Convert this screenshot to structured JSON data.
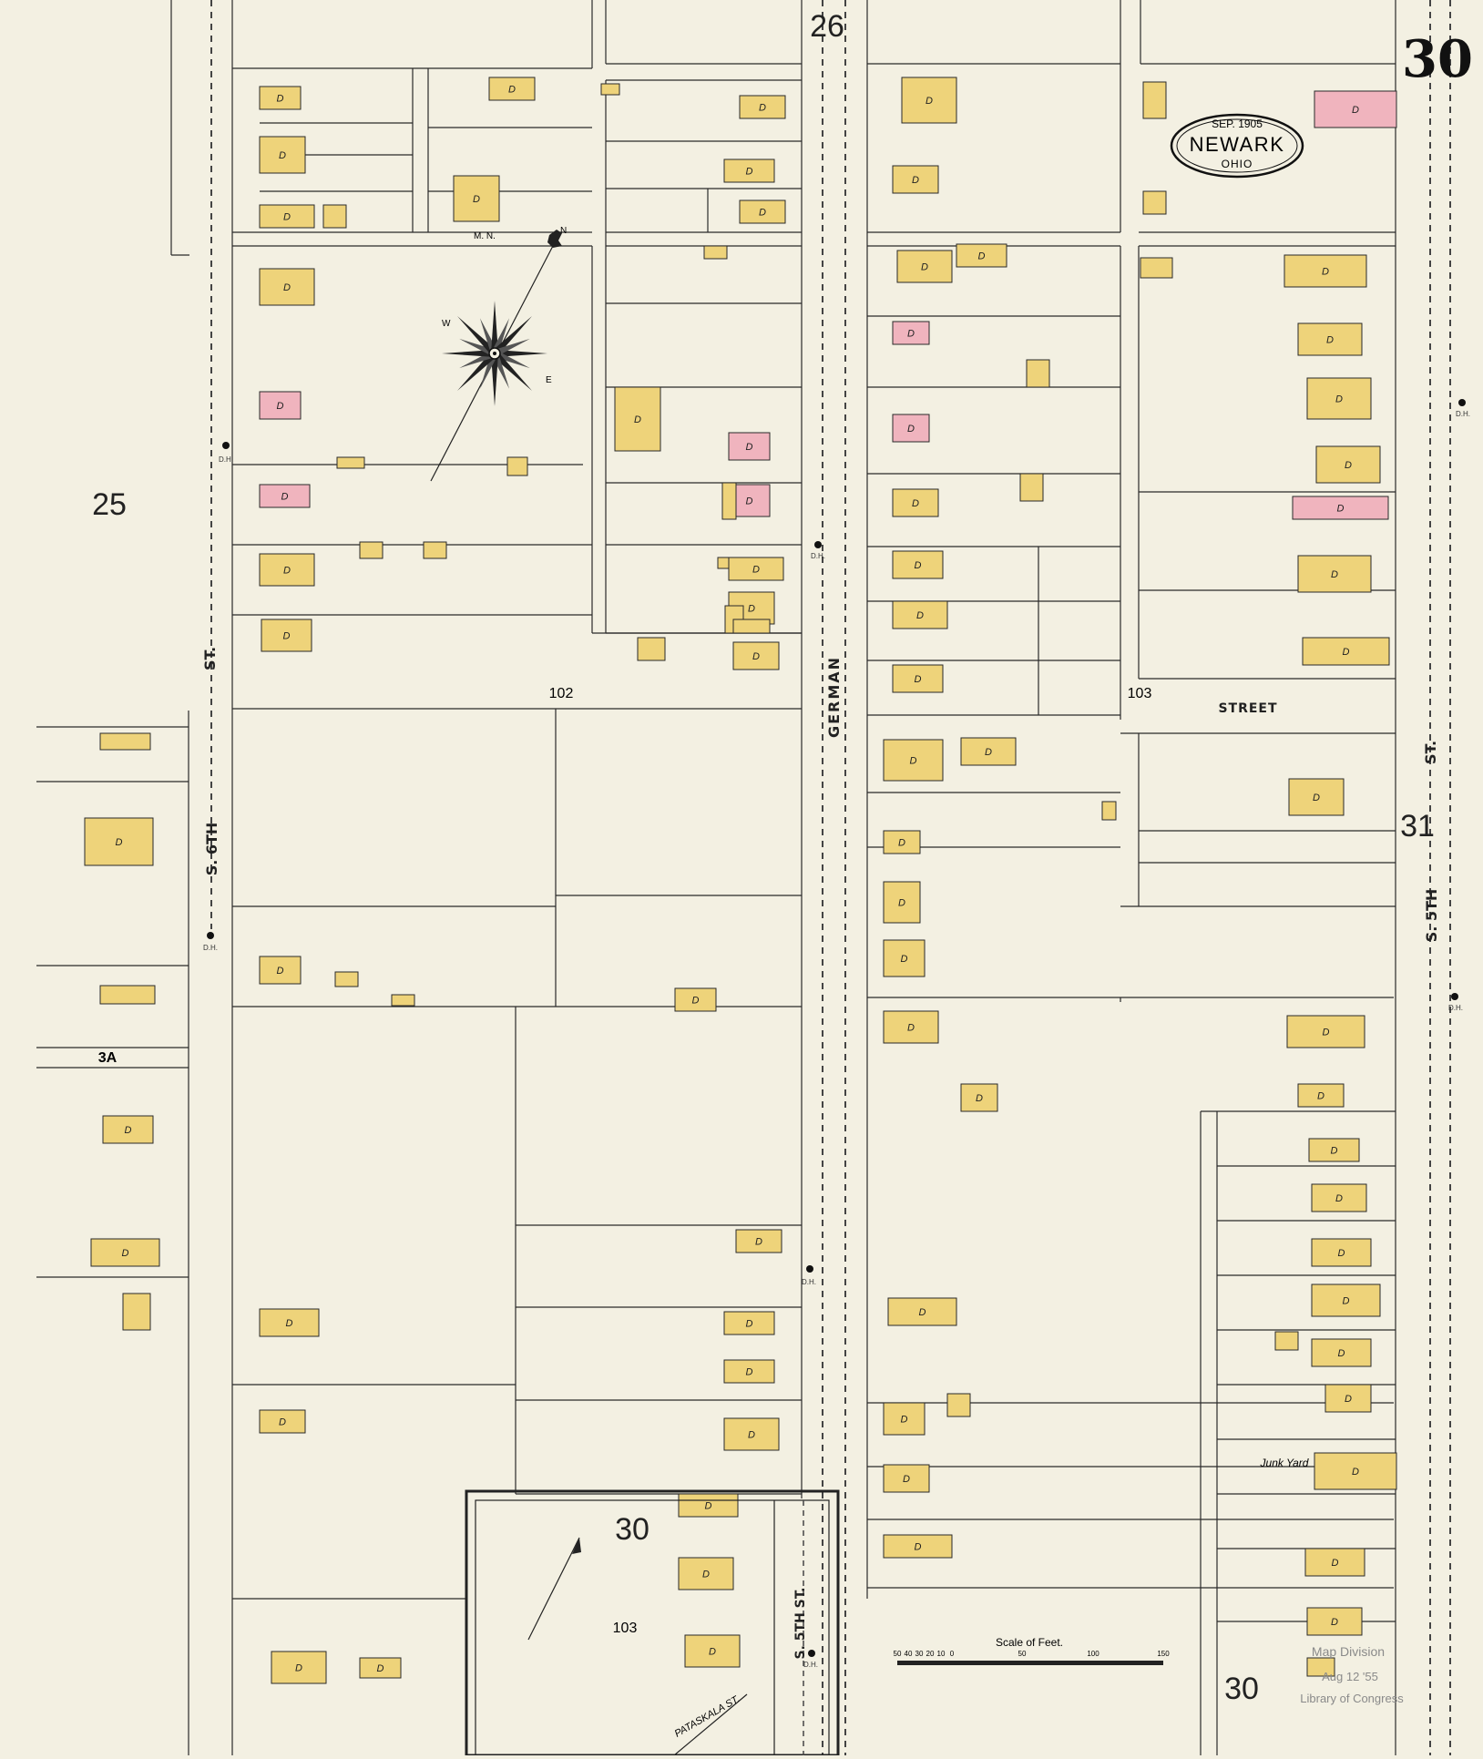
{
  "sheet": {
    "number": "30",
    "city": "NEWARK",
    "state": "OHIO",
    "date": "SEP. 1905"
  },
  "stamp": {
    "line1": "Map Division",
    "line2": "Aug 12 '55",
    "line3": "Library of Congress"
  },
  "scale": {
    "title": "Scale of Feet.",
    "ticks": [
      "50",
      "40",
      "30",
      "20",
      "10",
      "0",
      "50",
      "100",
      "150"
    ]
  },
  "streets": {
    "german": "GERMAN",
    "sixth_st": "ST.",
    "sixth_name": "S. 6TH",
    "fifth_st": "ST.",
    "fifth_name": "S. 5TH",
    "street_103": "STREET",
    "patashkala": "PATASKALA ST.",
    "inset_fifth": "S. 5TH ST.",
    "mn": "M. N."
  },
  "blocks": {
    "b102": "102",
    "b103": "103",
    "b103_inset": "103",
    "b30_inset": "30",
    "b3a": "3A"
  },
  "adjacent_sheets": {
    "top": "26",
    "left": "25",
    "right": "31",
    "bottom": "30"
  },
  "labels": {
    "junk_yard": "Junk Yard",
    "d": "D",
    "dh": "D.H.",
    "n": "N",
    "w": "W",
    "e": "E"
  },
  "colors": {
    "paper": "#f3f0e2",
    "frame_building": "#eed37a",
    "brick_building": "#f0b4be",
    "line": "#2a2a2a",
    "dashed": "#444444"
  },
  "buildings": [
    {
      "type": "frame"
    },
    {
      "type": "frame"
    },
    {
      "type": "frame"
    },
    {
      "type": "frame"
    },
    {
      "type": "frame"
    },
    {
      "type": "frame"
    },
    {
      "type": "frame"
    },
    {
      "type": "frame"
    },
    {
      "type": "frame"
    },
    {
      "type": "frame"
    },
    {
      "type": "brick"
    },
    {
      "type": "brick"
    },
    {
      "type": "frame"
    },
    {
      "type": "frame"
    },
    {
      "type": "frame"
    },
    {
      "type": "frame"
    },
    {
      "type": "frame"
    },
    {
      "type": "frame"
    },
    {
      "type": "frame"
    },
    {
      "type": "frame"
    },
    {
      "type": "brick"
    },
    {
      "type": "brick"
    },
    {
      "type": "frame"
    },
    {
      "type": "frame"
    },
    {
      "type": "frame"
    },
    {
      "type": "frame"
    },
    {
      "type": "frame"
    },
    {
      "type": "frame"
    },
    {
      "type": "frame"
    },
    {
      "type": "frame"
    },
    {
      "type": "frame"
    },
    {
      "type": "frame"
    },
    {
      "type": "frame"
    },
    {
      "type": "brick"
    },
    {
      "type": "brick"
    },
    {
      "type": "frame"
    },
    {
      "type": "frame"
    },
    {
      "type": "frame"
    },
    {
      "type": "frame"
    },
    {
      "type": "frame"
    },
    {
      "type": "frame"
    },
    {
      "type": "frame"
    },
    {
      "type": "frame"
    },
    {
      "type": "frame"
    },
    {
      "type": "frame"
    },
    {
      "type": "frame"
    },
    {
      "type": "frame"
    },
    {
      "type": "frame"
    },
    {
      "type": "frame"
    },
    {
      "type": "brick"
    },
    {
      "type": "frame"
    },
    {
      "type": "frame"
    },
    {
      "type": "frame"
    },
    {
      "type": "frame"
    },
    {
      "type": "frame"
    },
    {
      "type": "frame"
    },
    {
      "type": "brick"
    },
    {
      "type": "frame"
    },
    {
      "type": "frame"
    },
    {
      "type": "frame"
    },
    {
      "type": "frame"
    },
    {
      "type": "frame"
    },
    {
      "type": "frame"
    },
    {
      "type": "frame"
    },
    {
      "type": "frame"
    },
    {
      "type": "frame"
    },
    {
      "type": "frame"
    },
    {
      "type": "frame"
    },
    {
      "type": "frame"
    },
    {
      "type": "frame"
    },
    {
      "type": "frame"
    },
    {
      "type": "frame"
    },
    {
      "type": "frame"
    },
    {
      "type": "frame"
    },
    {
      "type": "frame"
    },
    {
      "type": "frame"
    },
    {
      "type": "frame"
    },
    {
      "type": "frame"
    },
    {
      "type": "frame"
    },
    {
      "type": "frame"
    },
    {
      "type": "frame"
    },
    {
      "type": "frame"
    },
    {
      "type": "frame"
    },
    {
      "type": "frame"
    },
    {
      "type": "frame"
    },
    {
      "type": "frame"
    },
    {
      "type": "frame"
    },
    {
      "type": "frame"
    },
    {
      "type": "frame"
    },
    {
      "type": "frame"
    },
    {
      "type": "frame"
    },
    {
      "type": "frame"
    },
    {
      "type": "frame"
    },
    {
      "type": "frame"
    },
    {
      "type": "frame"
    },
    {
      "type": "frame"
    },
    {
      "type": "frame"
    },
    {
      "type": "frame"
    },
    {
      "type": "frame"
    },
    {
      "type": "frame"
    },
    {
      "type": "frame"
    },
    {
      "type": "frame"
    }
  ]
}
